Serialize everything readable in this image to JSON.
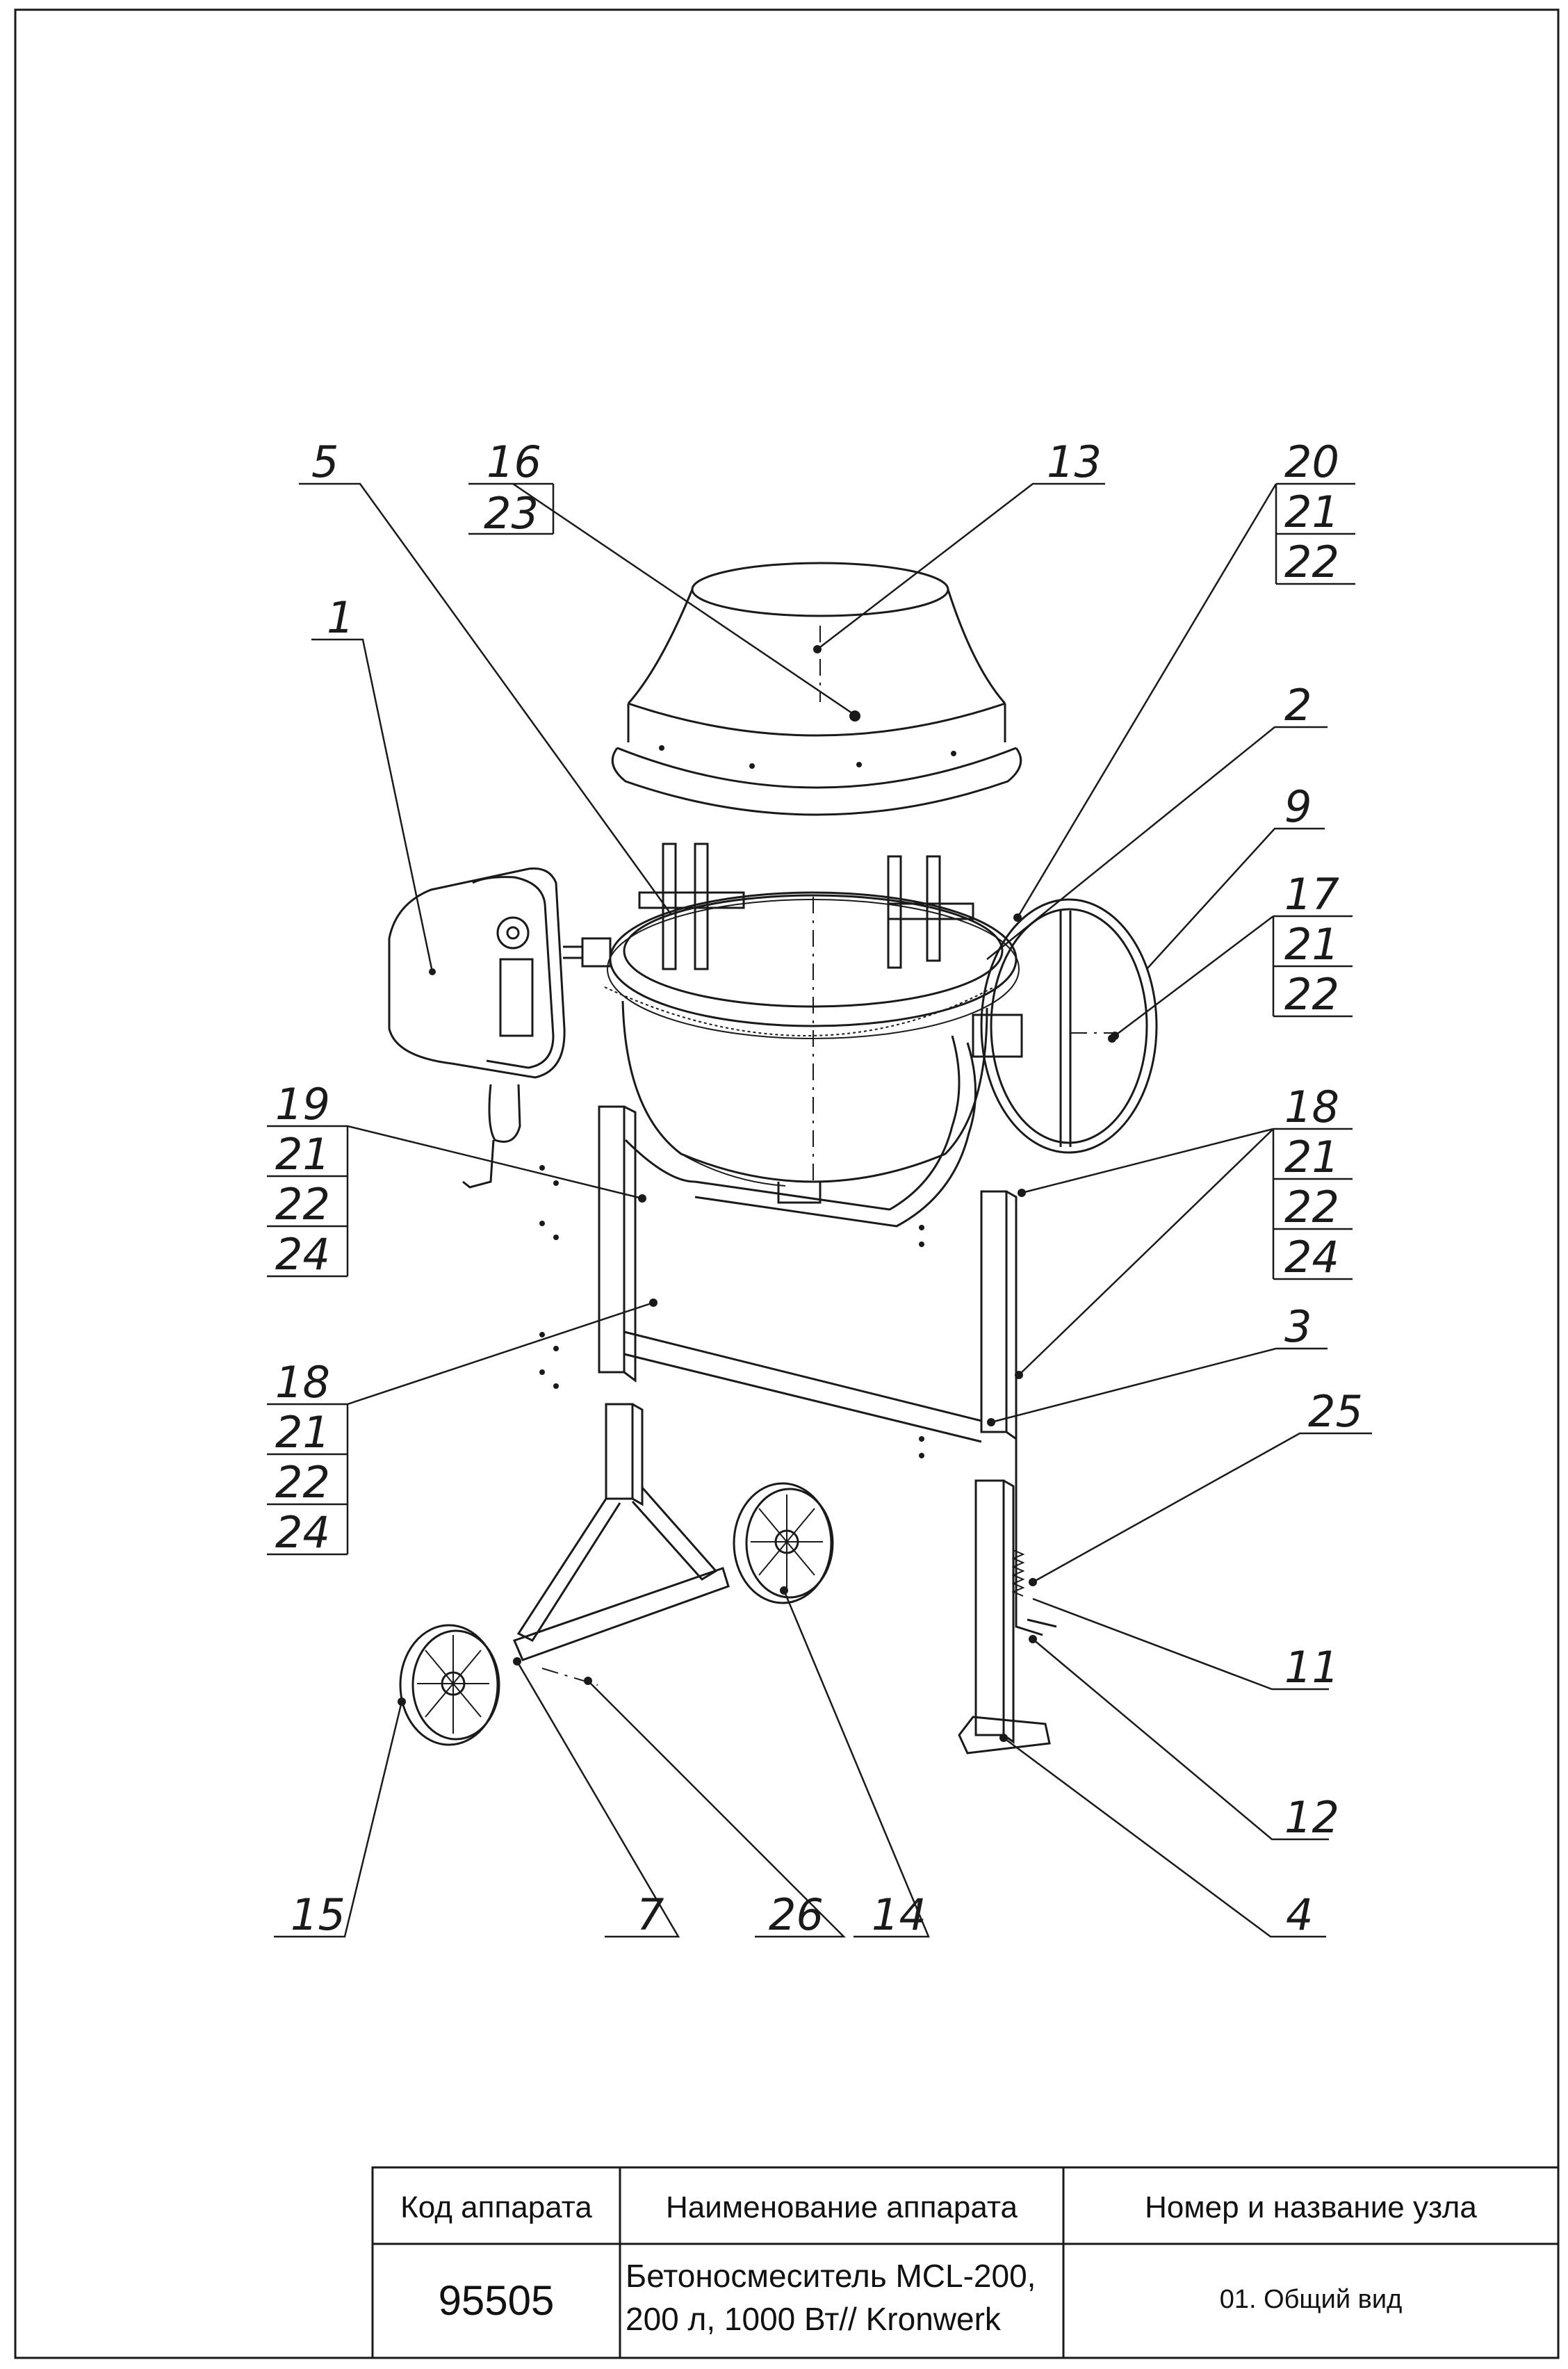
{
  "callouts": {
    "c5": "5",
    "c16": "16",
    "c23": "23",
    "c13": "13",
    "c20a": "20",
    "c21a": "21",
    "c22a": "22",
    "c1": "1",
    "c2": "2",
    "c9": "9",
    "c17": "17",
    "c21b": "21",
    "c22b": "22",
    "c19": "19",
    "c21c": "21",
    "c22c": "22",
    "c24c": "24",
    "c18a": "18",
    "c21d": "21",
    "c22d": "22",
    "c24d": "24",
    "c3": "3",
    "c18b": "18",
    "c21e": "21",
    "c22e": "22",
    "c24e": "24",
    "c25": "25",
    "c11": "11",
    "c12": "12",
    "c15": "15",
    "c7": "7",
    "c26": "26",
    "c14": "14",
    "c4": "4"
  },
  "title_block": {
    "col1_header": "Код аппарата",
    "col2_header": "Наименование аппарата",
    "col3_header": "Номер и название узла",
    "code": "95505",
    "name_line1": "Бетоносмеситель MCL-200,",
    "name_line2": "200 л, 1000 Вт// Kronwerk",
    "assembly": "01. Общий вид"
  }
}
